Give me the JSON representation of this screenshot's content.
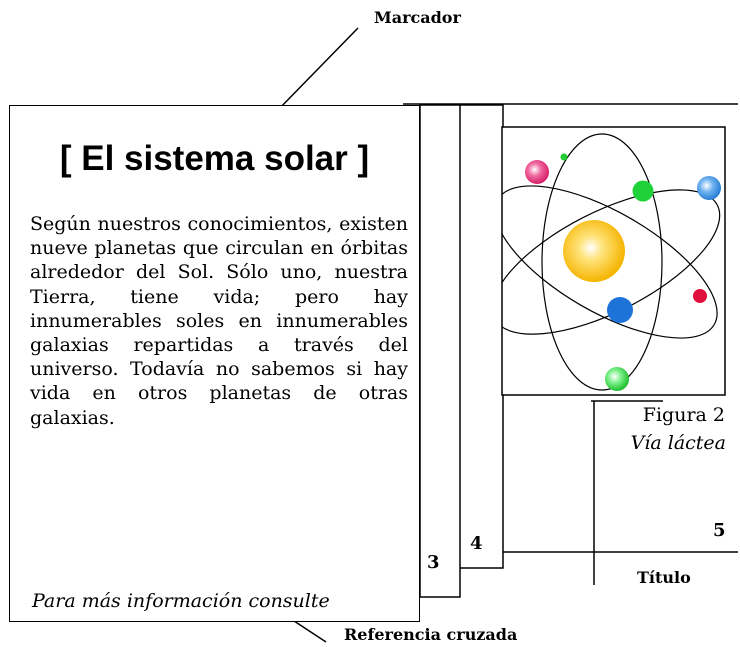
{
  "labels": {
    "marcador": "Marcador",
    "referencia": "Referencia cruzada",
    "titulo": "Título"
  },
  "document": {
    "title": "[ El sistema solar ]",
    "body": "Según nuestros conocimientos, existen nueve planetas que circulan en órbitas alrededor del Sol. Sólo uno, nuestra Tierra, tiene vida; pero hay innumerables soles en innumerables galaxias repartidas a través del universo. Todavía no sabemos si hay vida en otros planetas de otras galaxias.",
    "footer": "Para más información consulte"
  },
  "pages": {
    "page3": "3",
    "page4": "4",
    "page5": "5"
  },
  "figure": {
    "caption_number": "Figura 2",
    "caption_title": "Vía láctea"
  },
  "colors": {
    "sun": "#f5b400",
    "planet_pink": "#e8357a",
    "planet_green": "#22cc33",
    "planet_lightblue": "#2f8fe0",
    "planet_blue": "#1e73d8",
    "planet_red": "#e0103c"
  },
  "icons": {
    "figure": "atom-solar-system-illustration"
  }
}
